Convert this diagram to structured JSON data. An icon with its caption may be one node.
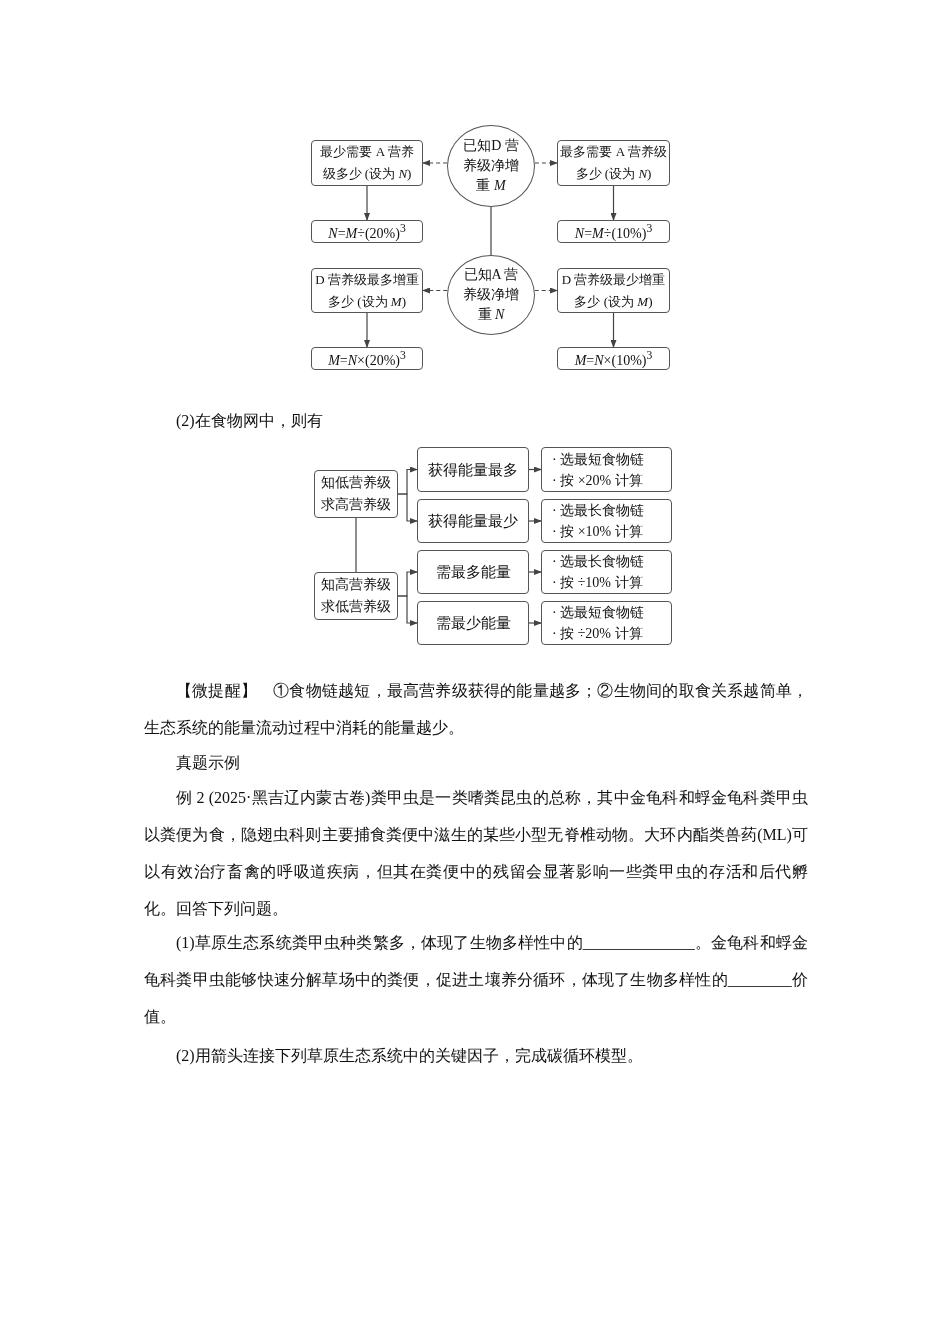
{
  "diagram": {
    "nodes": [
      {
        "text": [
          "已知D 营养级净增重 *M*"
        ]
      },
      {
        "text": [
          "最少需要 A 营养级多少 (设为 *N*)"
        ]
      },
      {
        "text": [
          "最多需要 A 营养级多少 (设为 *N*)"
        ]
      },
      {
        "text": [
          "*N*=*M*÷(20%)$^{3}$"
        ]
      },
      {
        "text": [
          "*N*=*M*÷(10%)$^{3}$"
        ]
      },
      {
        "text": [
          "已知A 营养级净增重 *N*"
        ]
      },
      {
        "text": [
          "D 营养级最多增重多少 (设为 *M*)"
        ]
      },
      {
        "text": [
          "D 营养级最少增重多少 (设为 *M*)"
        ]
      },
      {
        "text": [
          "*M*=*N*×(20%)$^{3}$"
        ]
      },
      {
        "text": [
          "*M*=*N*×(10%)$^{3}$"
        ]
      },
      {
        "text": [
          "知低营养级求高营养级"
        ]
      },
      {
        "text": [
          "知高营养级求低营养级"
        ]
      },
      {
        "text": [
          "获得能量最多"
        ]
      },
      {
        "text": [
          "获得能量最少"
        ]
      },
      {
        "text": [
          "需最多能量"
        ]
      },
      {
        "text": [
          "需最少能量"
        ]
      },
      {
        "text": [
          "· 选最短食物链",
          "· 按 ×20% 计算"
        ]
      },
      {
        "text": [
          "· 选最长食物链",
          "· 按 ×10% 计算"
        ]
      },
      {
        "text": [
          "· 选最长食物链",
          "· 按 ÷10% 计算"
        ]
      },
      {
        "text": [
          "· 选最短食物链",
          "· 按 ÷20% 计算"
        ]
      }
    ],
    "edges": [
      {
        "from": 0,
        "to": 1,
        "arrow": "to",
        "style": "dashed"
      },
      {
        "from": 0,
        "to": 2,
        "arrow": "to",
        "style": "dashed"
      },
      {
        "from": 1,
        "to": 3,
        "arrow": "to"
      },
      {
        "from": 2,
        "to": 4,
        "arrow": "to"
      },
      {
        "from": 0,
        "to": 5,
        "arrow": "none"
      },
      {
        "from": 5,
        "to": 6,
        "arrow": "to",
        "style": "dashed"
      },
      {
        "from": 5,
        "to": 7,
        "arrow": "to",
        "style": "dashed"
      },
      {
        "from": 6,
        "to": 8,
        "arrow": "to"
      },
      {
        "from": 7,
        "to": 9,
        "arrow": "to"
      },
      {
        "from": 10,
        "to": 12,
        "arrow": "to"
      },
      {
        "from": 10,
        "to": 13,
        "arrow": "to"
      },
      {
        "from": 11,
        "to": 14,
        "arrow": "to"
      },
      {
        "from": 11,
        "to": 15,
        "arrow": "to"
      },
      {
        "from": 10,
        "to": 11,
        "arrow": "none"
      },
      {
        "from": 12,
        "to": 16,
        "arrow": "to"
      },
      {
        "from": 13,
        "to": 17,
        "arrow": "to"
      },
      {
        "from": 14,
        "to": 18,
        "arrow": "to"
      },
      {
        "from": 15,
        "to": 19,
        "arrow": "to"
      }
    ],
    "labels": [
      "(2)在食物网中，则有",
      "【微提醒】　①食物链越短，最高营养级获得的能量越多；②生物间的取食关系越简单，生态系统的能量流动过程中消耗的能量越少。",
      "真题示例",
      "例 2 (2025·黑吉辽内蒙古卷)粪甲虫是一类嗜粪昆虫的总称，其中金龟科和蜉金龟科粪甲虫以粪便为食，隐翅虫科则主要捕食粪便中滋生的某些小型无脊椎动物。大环内酯类兽药(ML)可以有效治疗畜禽的呼吸道疾病，但其在粪便中的残留会显著影响一些粪甲虫的存活和后代孵化。回答下列问题。",
      "(1)草原生态系统粪甲虫种类繁多，体现了生物多样性中的______________。金龟科和蜉金龟科粪甲虫能够快速分解草场中的粪便，促进土壤养分循环，体现了生物多样性的________价值。",
      "(2)用箭头连接下列草原生态系统中的关键因子，完成碳循环模型。"
    ]
  }
}
